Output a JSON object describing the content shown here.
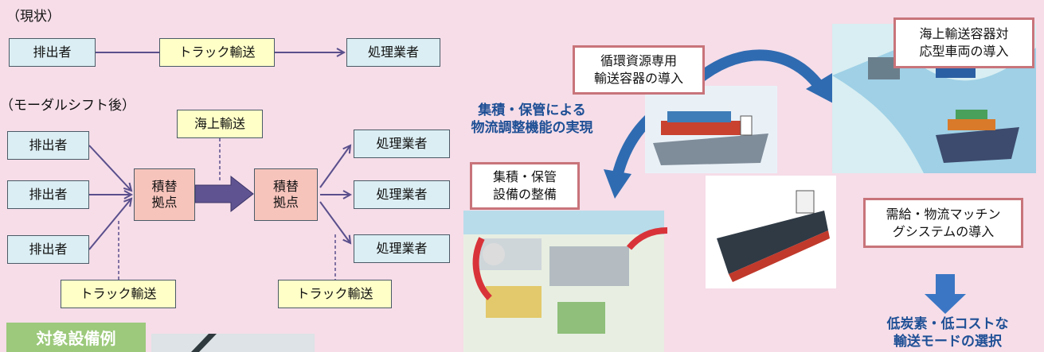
{
  "current": {
    "heading": "（現状）",
    "emitter": "排出者",
    "transport": "トラック輸送",
    "processor": "処理業者"
  },
  "modal": {
    "heading": "（モーダルシフト後）",
    "emitters": [
      "排出者",
      "排出者",
      "排出者"
    ],
    "sea_transport": "海上輸送",
    "hub_left": "積替\n拠点",
    "hub_right": "積替\n拠点",
    "processors": [
      "処理業者",
      "処理業者",
      "処理業者"
    ],
    "truck_left": "トラック輸送",
    "truck_right": "トラック輸送"
  },
  "equipment_badge": "対象設備例",
  "callouts": {
    "container": "循環資源専用\n輸送容器の導入",
    "vehicle": "海上輸送容器対\n応型車両の導入",
    "storage": "集積・保管\n設備の整備",
    "matching": "需給・物流マッチン\nグシステムの導入"
  },
  "blue_texts": {
    "logistics": "集積・保管による\n物流調整機能の実現",
    "result": "低炭素・低コストな\n輸送モードの選択"
  },
  "colors": {
    "background": "#f6dde8",
    "box_blue": "#dbeef3",
    "box_yellow": "#ffffc8",
    "box_pink": "#f7c4bc",
    "arrow": "#5a4f8c",
    "callout_border": "#c8747a",
    "accent_blue": "#1e4f95",
    "badge_green": "#9cc97b"
  }
}
